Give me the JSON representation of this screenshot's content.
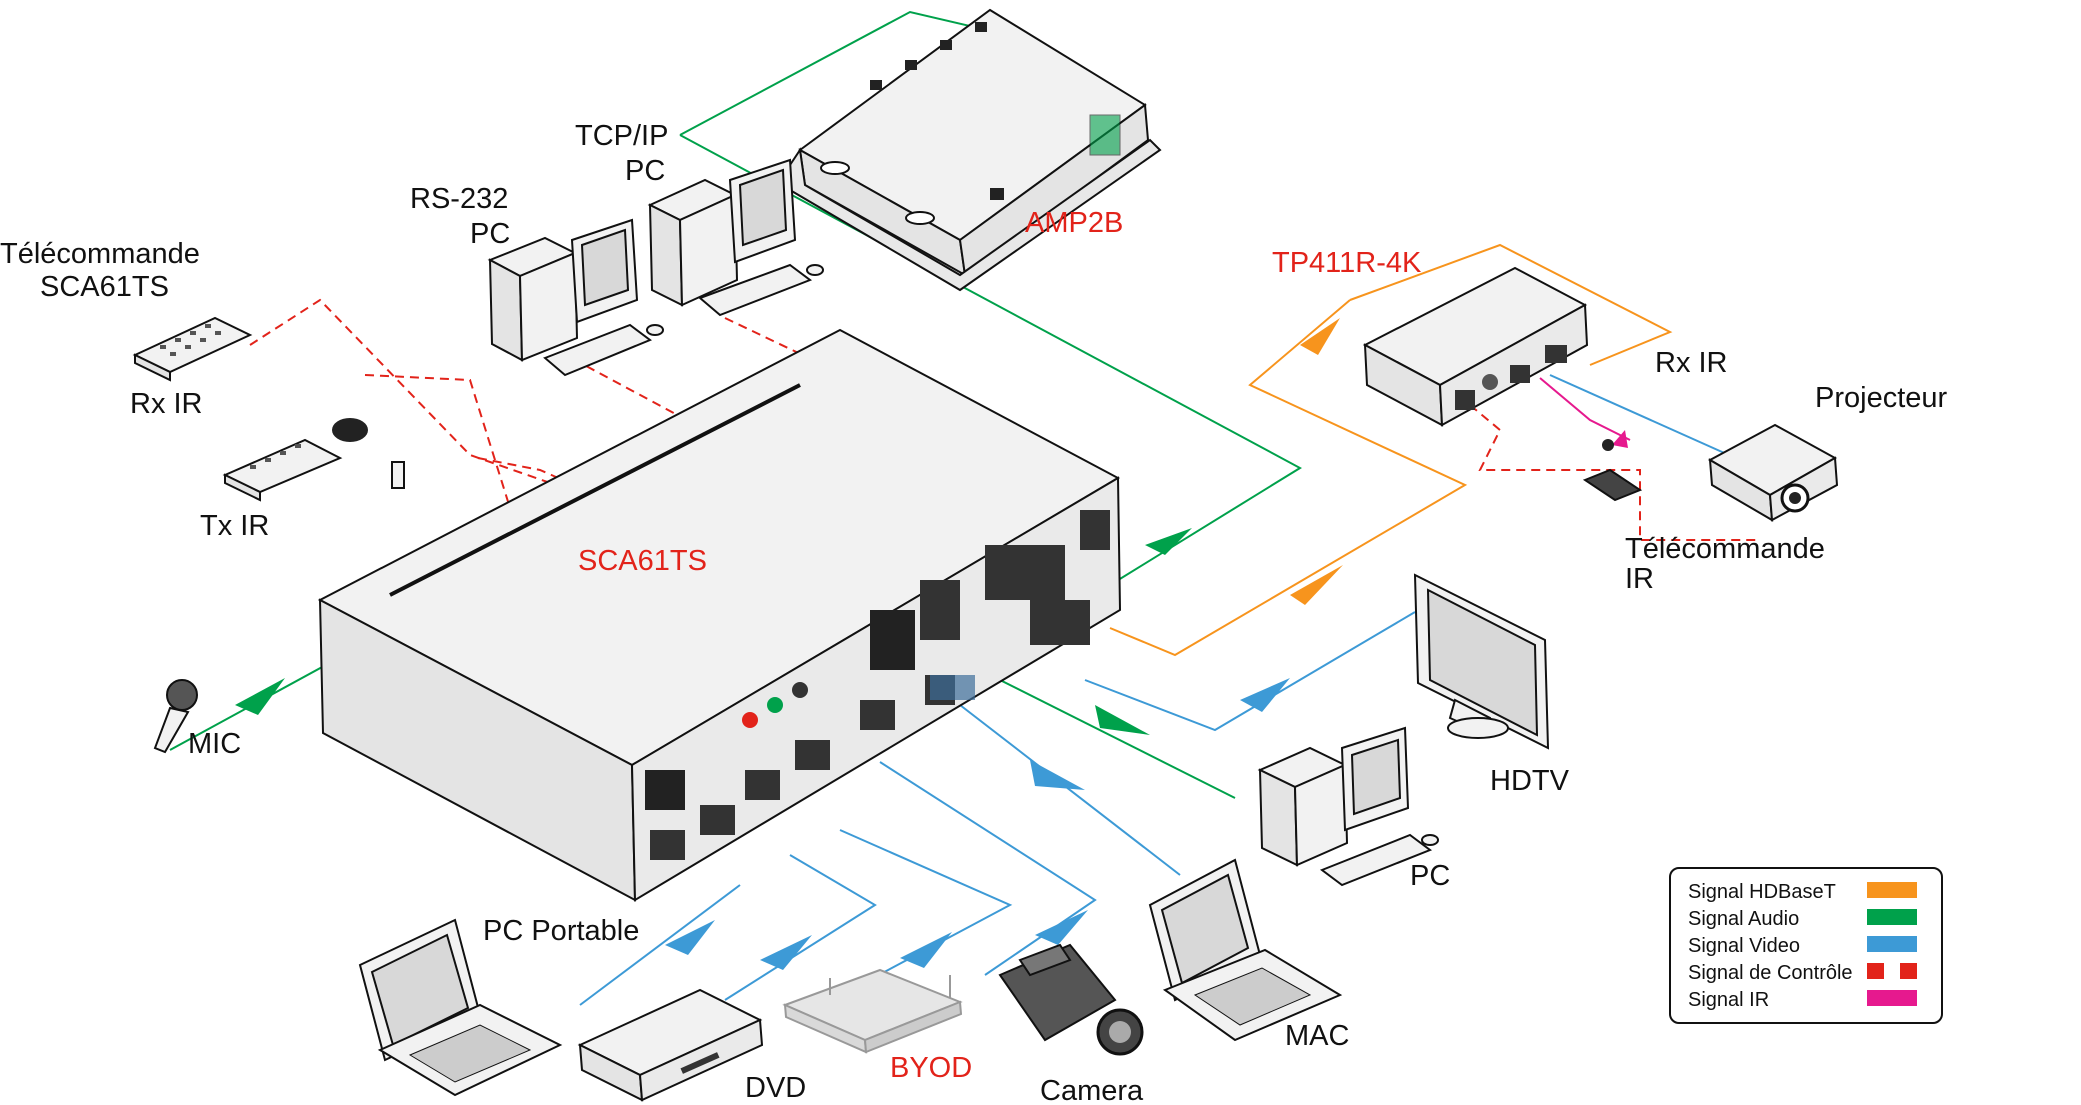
{
  "colors": {
    "hdbaset": "#f7941d",
    "audio": "#00a14b",
    "video": "#3d9ad6",
    "control": "#e2231a",
    "ir": "#e6198e"
  },
  "devices": {
    "main": "SCA61TS",
    "amp": "AMP2B",
    "receiver": "TP411R-4K",
    "byod": "BYOD"
  },
  "labels": {
    "tcpip_line1": "TCP/IP",
    "tcpip_line2": "PC",
    "rs232_line1": "RS-232",
    "rs232_line2": "PC",
    "remote_line1": "Télécommande",
    "remote_line2": "SCA61TS",
    "rx_ir_left": "Rx IR",
    "tx_ir": "Tx IR",
    "mic": "MIC",
    "rx_ir_right": "Rx IR",
    "projector": "Projecteur",
    "remote_ir_line1": "Télécommande",
    "remote_ir_line2": "IR",
    "hdtv": "HDTV",
    "pc": "PC",
    "laptop": "PC Portable",
    "dvd": "DVD",
    "camera": "Camera",
    "mac": "MAC"
  },
  "legend": [
    {
      "label": "Signal HDBaseT",
      "color": "#f7941d",
      "style": "solid"
    },
    {
      "label": "Signal Audio",
      "color": "#00a14b",
      "style": "solid"
    },
    {
      "label": "Signal Video",
      "color": "#3d9ad6",
      "style": "solid"
    },
    {
      "label": "Signal de Contrôle",
      "color": "#e2231a",
      "style": "dashed"
    },
    {
      "label": "Signal IR",
      "color": "#e6198e",
      "style": "solid"
    }
  ]
}
